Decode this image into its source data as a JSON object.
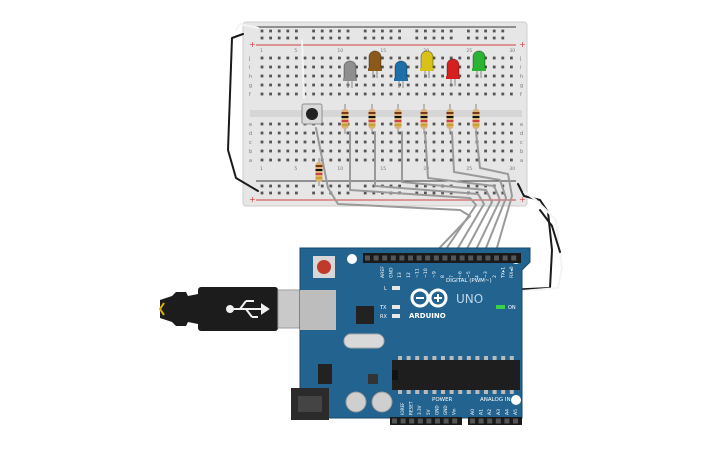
{
  "breadboard": {
    "row_labels_top": [
      "j",
      "i",
      "h",
      "g",
      "f"
    ],
    "row_labels_bottom": [
      "e",
      "d",
      "c",
      "b",
      "a"
    ],
    "column_numbers": [
      "1",
      "5",
      "10",
      "15",
      "20",
      "25",
      "30"
    ],
    "rail_plus": "+",
    "rail_minus": "-"
  },
  "leds": [
    {
      "name": "led-gray",
      "color": "#8f8f8f"
    },
    {
      "name": "led-brown",
      "color": "#8b5a1b"
    },
    {
      "name": "led-blue",
      "color": "#1e6fa8"
    },
    {
      "name": "led-yellow",
      "color": "#d8c21a"
    },
    {
      "name": "led-red",
      "color": "#d62020"
    },
    {
      "name": "led-green",
      "color": "#2bb334"
    }
  ],
  "arduino": {
    "board_color": "#22638f",
    "brand": "ARDUINO",
    "model": "UNO",
    "digital_header_label": "DIGITAL (PWM~)",
    "analog_header_label": "ANALOG IN",
    "power_header_label": "POWER",
    "on_label": "ON",
    "tx_label": "TX",
    "rx_label": "RX",
    "l_label": "L",
    "digital_pins": [
      "AREF",
      "GND",
      "13",
      "12",
      "~11",
      "~10",
      "~9",
      "8",
      "7",
      "~6",
      "~5",
      "4",
      "~3",
      "2",
      "TX▸1",
      "RX◂0"
    ],
    "power_pins": [
      "IOREF",
      "RESET",
      "3.3V",
      "5V",
      "GND",
      "GND",
      "Vin"
    ],
    "analog_pins": [
      "A0",
      "A1",
      "A2",
      "A3",
      "A4",
      "A5"
    ]
  },
  "colors": {
    "breadboard": "#e6e6e6",
    "rail_red": "#d04040",
    "rail_blue": "#3a3a3a",
    "wire_gray": "#9a9a9a",
    "wire_black": "#1a1a1a",
    "wire_white": "#f4f4f4",
    "usb_cable": "#1c1c1c",
    "usb_plug": "#c9c9c9"
  }
}
